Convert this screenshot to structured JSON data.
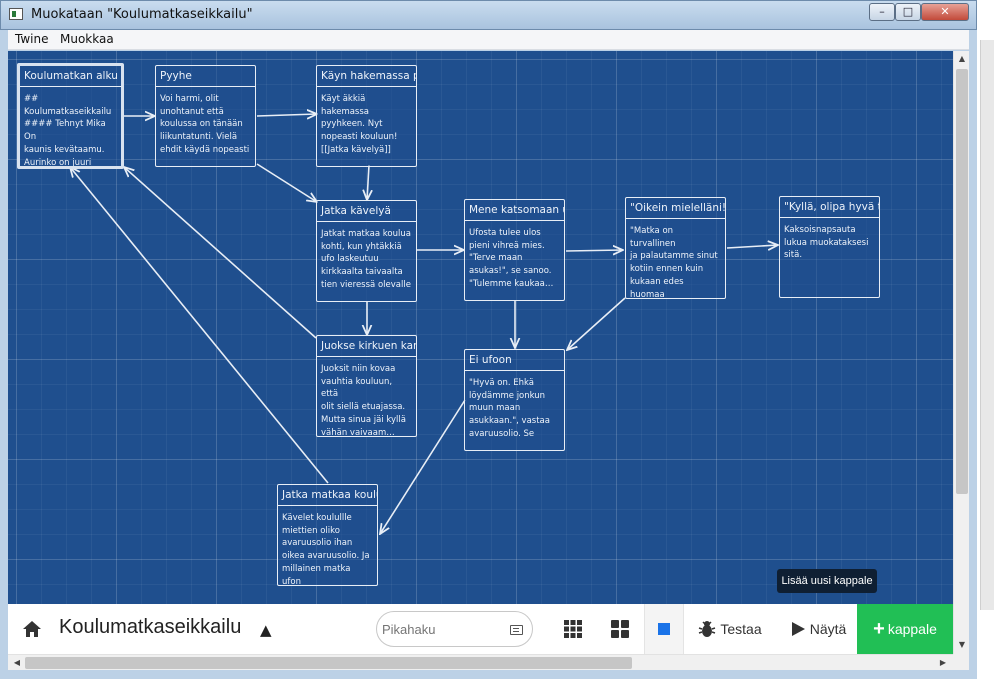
{
  "window": {
    "title": "Muokataan \"Koulumatkaseikkailu\"",
    "controls": {
      "minimize": "–",
      "maximize": "□",
      "close": "✕"
    }
  },
  "menu": {
    "items": [
      "Twine",
      "Muokkaa"
    ]
  },
  "passages": [
    {
      "title": "Koulumatkan alku",
      "excerpt": "## Koulumatkaseikkailu\n#### Tehnyt Mika On\nkaunis kevätaamu.\nAurinko on juuri",
      "selected": true
    },
    {
      "title": "Pyyhe",
      "excerpt": "Voi harmi, olit\nunohtanut että\nkoulussa on tänään\nliikuntatunti. Vielä\nehdit käydä nopeasti"
    },
    {
      "title": "Käyn hakemassa pyyhkeen",
      "excerpt": "Käyt äkkiä\nhakemassa\npyyhkeen. Nyt\nnopeasti kouluun!\n[[Jatka kävelyä]]"
    },
    {
      "title": "Jatka kävelyä",
      "excerpt": "Jatkat matkaa koulua\nkohti, kun yhtäkkiä\nufo laskeutuu\nkirkkaalta taivaalta\ntien vieressä olevalle"
    },
    {
      "title": "Mene katsomaan ufoa",
      "excerpt": "Ufosta tulee ulos\npieni vihreä mies.\n\"Terve maan\nasukas!\", se sanoo.\n\"Tulemme kaukaa…"
    },
    {
      "title": "\"Oikein mielelläni! Aina",
      "excerpt": "\"Matka on turvallinen\nja palautamme sinut\nkotiin ennen kuin\nkukaan edes huomaa\nettä olet ollut…"
    },
    {
      "title": "\"Kyllä, olipa hyvä tuuri",
      "excerpt": "Kaksoisnapsauta\nlukua muokataksesi\nsitä."
    },
    {
      "title": "Juokse kirkuen karkuun",
      "excerpt": "Juoksit niin kovaa\nvauhtia kouluun, että\nolit siellä etuajassa.\nMutta sinua jäi kyllä\nvähän vaivaam…"
    },
    {
      "title": "Ei ufoon",
      "excerpt": "\"Hyvä on. Ehkä\nlöydämme jonkun\nmuun maan\nasukkaan.\", vastaa\navaruusolio. Se"
    },
    {
      "title": "Jatka matkaa kouluun",
      "excerpt": "Kävelet koulullle\nmiettien oliko\navaruusolio ihan\noikea avaruusolio. Ja\nmillainen matka ufon"
    }
  ],
  "toolbar": {
    "home_icon": "home-icon",
    "story_name": "Koulumatkaseikkailu",
    "story_caret": "▲",
    "search_placeholder": "Pikahaku",
    "test_label": "Testaa",
    "view_label": "Näytä",
    "add_label": "kappale",
    "add_tooltip": "Lisää uusi kappale"
  },
  "colors": {
    "canvas": "#1f4f8e",
    "add_button": "#21bf55",
    "highlight_square": "#1a73e8"
  }
}
